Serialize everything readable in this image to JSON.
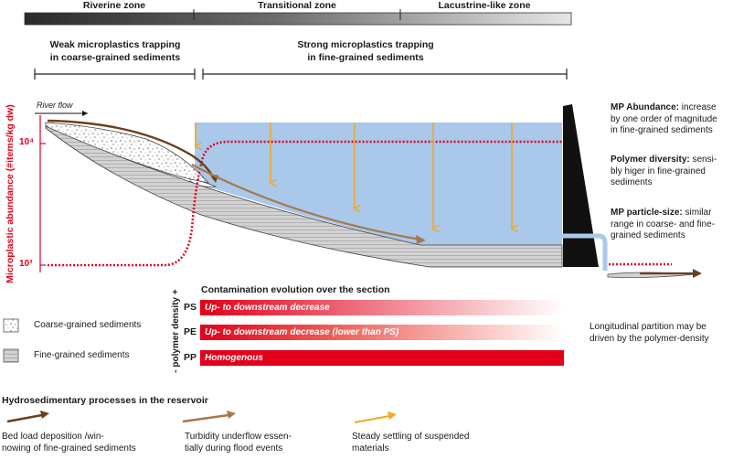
{
  "zones": {
    "riverine": "Riverine zone",
    "transitional": "Transitional zone",
    "lacustrine": "Lacustrine-like zone"
  },
  "trapping": {
    "weak_line1": "Weak microplastics trapping",
    "weak_line2": "in coarse-grained sediments",
    "strong_line1": "Strong microplastics trapping",
    "strong_line2": "in fine-grained sediments"
  },
  "river_flow": "River flow",
  "y_axis": {
    "label": "Microplastic abundance (#items/kg dw)",
    "tick_high": "10⁴",
    "tick_low": "10³"
  },
  "findings": [
    {
      "title": "MP Abundance:",
      "text_line1": " increase",
      "text_line2": "by one order of magnitude",
      "text_line3": "in fine-grained sediments"
    },
    {
      "title": "Polymer diversity:",
      "text_line1": " sensi-",
      "text_line2": "bly higer in fine-grained",
      "text_line3": "sediments"
    },
    {
      "title": "MP particle-size:",
      "text_line1": " similar",
      "text_line2": "range in coarse- and fine-",
      "text_line3": "grained sediments"
    }
  ],
  "contamination": {
    "title": "Contamination evolution over the section",
    "axis_label": "- polymer density +",
    "rows": [
      {
        "polymer": "PS",
        "text": "Up- to downstream decrease"
      },
      {
        "polymer": "PE",
        "text": "Up- to downstream decrease (lower than PS)"
      },
      {
        "polymer": "PP",
        "text": "Homogenous"
      }
    ],
    "note_line1": "Longitudinal partition may be",
    "note_line2": "driven by the polymer-density"
  },
  "sediment_legend": {
    "coarse": "Coarse-grained sediments",
    "fine": "Fine-grained sediments"
  },
  "processes": {
    "title": "Hydrosedimentary processes in the reservoir",
    "items": [
      {
        "line1": "Bed load deposition /win-",
        "line2": "nowing of fine-grained sediments",
        "color": "#6b3f1f"
      },
      {
        "line1": "Turbidity underflow essen-",
        "line2": "tially during flood events",
        "color": "#a8784a"
      },
      {
        "line1": "Steady settling of suspended",
        "line2": "materials",
        "color": "#f5a623"
      }
    ]
  },
  "colors": {
    "water": "#a9c8ea",
    "red": "#e2001a",
    "bedload": "#6b3f1f",
    "turbidity": "#a8784a",
    "settling": "#f5a623",
    "dam": "#111111"
  }
}
